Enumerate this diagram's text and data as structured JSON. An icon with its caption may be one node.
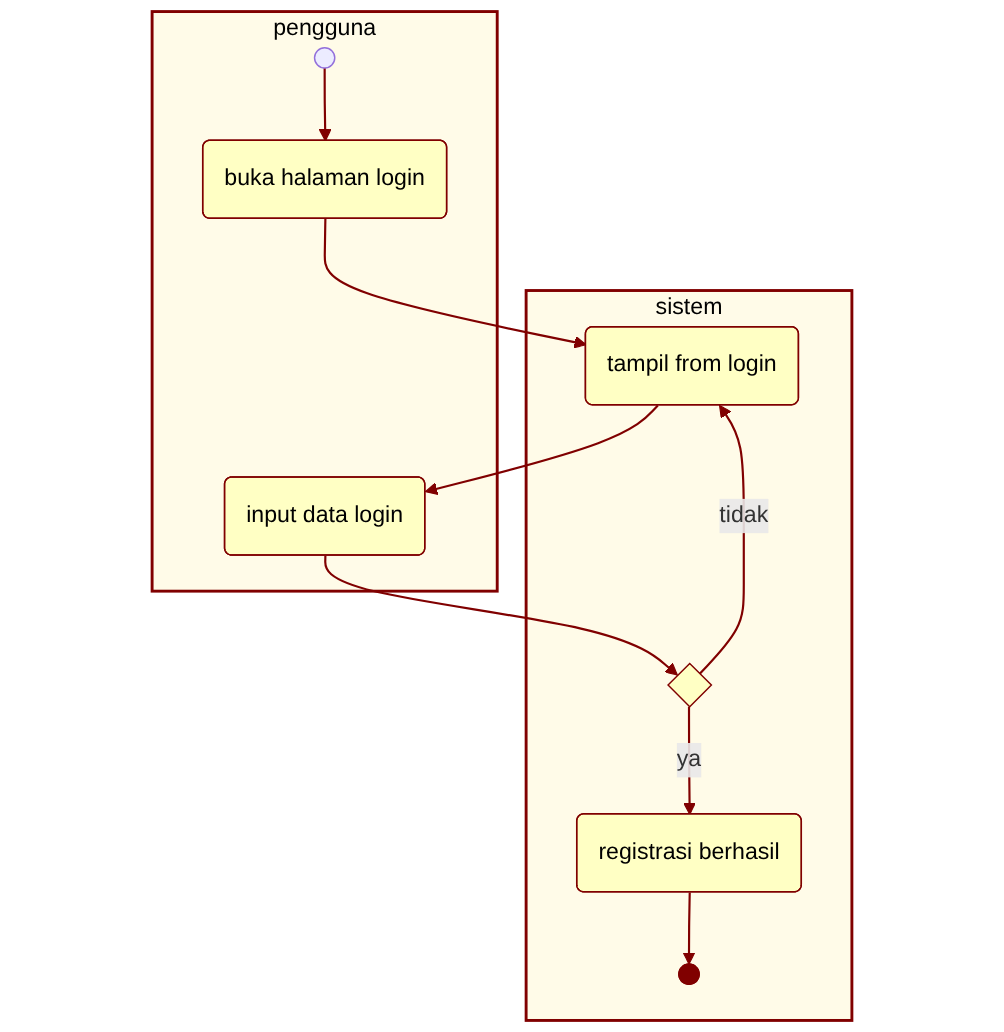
{
  "diagram": {
    "nodes": [
      {
        "text": [
          "pengguna"
        ]
      },
      {
        "text": [],
        "shape": "circle",
        "in": 0
      },
      {
        "text": [
          "buka halaman login"
        ],
        "in": 0
      },
      {
        "text": [
          "input data login"
        ],
        "in": 0
      },
      {
        "text": [
          "sistem"
        ]
      },
      {
        "text": [
          "tampil from login"
        ],
        "in": 4
      },
      {
        "text": [],
        "shape": "diamond",
        "in": 4
      },
      {
        "text": [
          "registrasi berhasil"
        ],
        "in": 4
      },
      {
        "text": [],
        "shape": "bullseye",
        "in": 4
      }
    ],
    "edges": [
      {
        "from": 1,
        "to": 2,
        "arrow": "to"
      },
      {
        "from": 2,
        "to": 5,
        "arrow": "to"
      },
      {
        "from": 5,
        "to": 3,
        "arrow": "to"
      },
      {
        "from": 3,
        "to": 6,
        "arrow": "to"
      },
      {
        "from": 6,
        "to": 5,
        "label": "tidak",
        "arrow": "to"
      },
      {
        "from": 6,
        "to": 7,
        "label": "ya",
        "arrow": "to"
      },
      {
        "from": 7,
        "to": 8,
        "arrow": "to"
      }
    ]
  }
}
